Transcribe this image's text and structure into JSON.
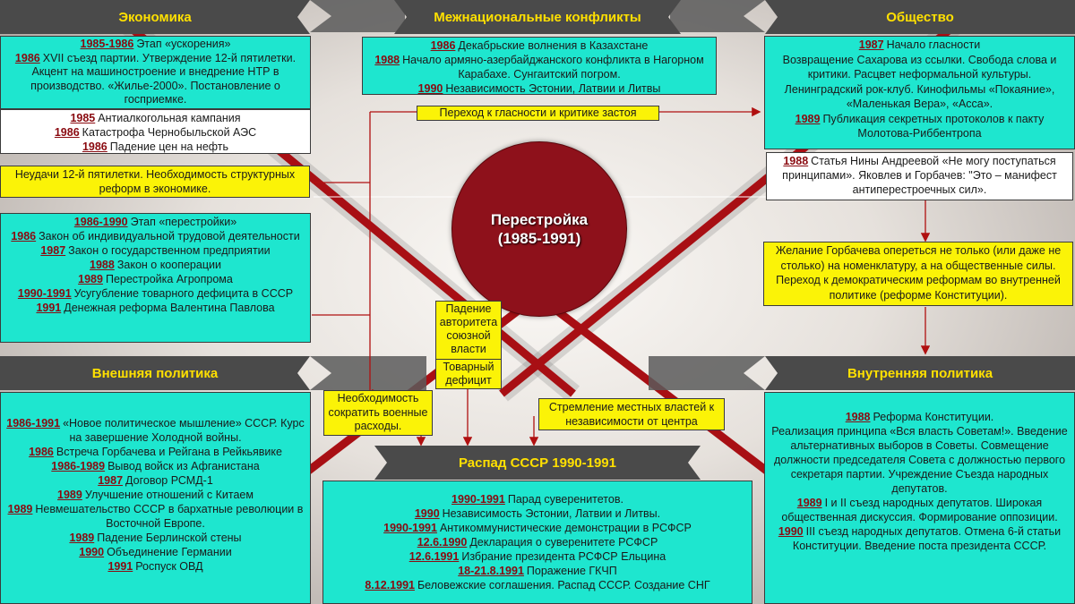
{
  "center": {
    "title": "Перестройка",
    "period": "(1985-1991)"
  },
  "banners": {
    "economy": "Экономика",
    "conflicts": "Межнациональные конфликты",
    "society": "Общество",
    "foreign": "Внешняя политика",
    "domestic": "Внутренняя политика",
    "collapse": "Распад СССР  1990-1991"
  },
  "economy": {
    "box1": [
      {
        "y": "1985-1986",
        "t": "Этап «ускорения»"
      },
      {
        "y": "1986",
        "t": "XVII съезд партии. Утверждение 12-й пятилетки. Акцент на машиностроение и внедрение НТР в производство. «Жилье-2000». Постановление о госприемке."
      }
    ],
    "box2": [
      {
        "y": "1985",
        "t": "Антиалкогольная кампания"
      },
      {
        "y": "1986",
        "t": "Катастрофа Чернобыльской АЭС"
      },
      {
        "y": "1986",
        "t": "Падение цен на нефть"
      }
    ],
    "note": "Неудачи 12-й пятилетки. Необходимость структурных реформ в экономике.",
    "box3": [
      {
        "y": "1986-1990",
        "t": "Этап «перестройки»"
      },
      {
        "y": "1986",
        "t": "Закон об индивидуальной трудовой деятельности"
      },
      {
        "y": "1987",
        "t": "Закон о государственном предприятии"
      },
      {
        "y": "1988",
        "t": "Закон о кооперации"
      },
      {
        "y": "1989",
        "t": "Перестройка Агропрома"
      },
      {
        "y": "1990-1991",
        "t": "Усугубление товарного дефицита в СССР"
      },
      {
        "y": "1991",
        "t": "Денежная реформа Валентина Павлова"
      }
    ]
  },
  "conflicts": {
    "box": [
      {
        "y": "1986",
        "t": "Декабрьские волнения в Казахстане"
      },
      {
        "y": "1988",
        "t": "Начало армяно-азербайджанского конфликта в Нагорном Карабахе. Сунгаитский погром."
      },
      {
        "y": "1990",
        "t": "Независимость Эстонии, Латвии и Литвы"
      }
    ],
    "note": "Переход к гласности и критике застоя"
  },
  "society": {
    "box1": [
      {
        "y": "1987",
        "t": "Начало гласности"
      },
      {
        "y": "",
        "t": "Возвращение Сахарова из ссылки. Свобода слова и критики. Расцвет неформальной культуры. Ленинградский рок-клуб. Кинофильмы «Покаяние», «Маленькая Вера», «Асса»."
      },
      {
        "y": "1989",
        "t": "Публикация секретных протоколов к пакту Молотова-Риббентропа"
      }
    ],
    "box2": [
      {
        "y": "1988",
        "t": "Статья Нины Андреевой «Не могу поступаться принципами». Яковлев и Горбачев: \"Это – манифест антиперестроечных сил»."
      }
    ],
    "note": "Желание Горбачева опереться не только (или даже не столько) на номенклатуру, а на общественные силы. Переход к демократическим реформам во внутренней политике (реформе Конституции)."
  },
  "middle_notes": {
    "authority": "Падение авторитета союзной власти",
    "deficit": "Товарный дефицит",
    "expenses": "Необходимость сократить военные расходы.",
    "local": "Стремление местных властей к независимости от центра"
  },
  "foreign": {
    "box": [
      {
        "y": "1986-1991",
        "t": "«Новое политическое мышление» СССР. Курс на завершение Холодной войны."
      },
      {
        "y": "1986",
        "t": "Встреча Горбачева и Рейгана в Рейкьявике"
      },
      {
        "y": "1986-1989",
        "t": "Вывод войск из Афганистана"
      },
      {
        "y": "1987",
        "t": "Договор РСМД-1"
      },
      {
        "y": "1989",
        "t": "Улучшение отношений с Китаем"
      },
      {
        "y": "1989",
        "t": "Невмешательство СССР в бархатные революции в Восточной Европе."
      },
      {
        "y": "1989",
        "t": "Падение Берлинской стены"
      },
      {
        "y": "1990",
        "t": "Объединение Германии"
      },
      {
        "y": "1991",
        "t": "Роспуск ОВД"
      }
    ]
  },
  "collapse": {
    "box": [
      {
        "y": "1990-1991",
        "t": "Парад суверенитетов."
      },
      {
        "y": "1990",
        "t": "Независимость Эстонии, Латвии и Литвы."
      },
      {
        "y": "1990-1991",
        "t": "Антикоммунистические демонстрации в РСФСР"
      },
      {
        "y": "12.6.1990",
        "t": "Декларация о суверенитете РСФСР"
      },
      {
        "y": "12.6.1991",
        "t": "Избрание президента РСФСР Ельцина"
      },
      {
        "y": "18-21.8.1991",
        "t": "Поражение ГКЧП"
      },
      {
        "y": "8.12.1991",
        "t": "Беловежские соглашения. Распад СССР. Создание СНГ"
      }
    ]
  },
  "domestic": {
    "box": [
      {
        "y": "1988",
        "t": "Реформа Конституции."
      },
      {
        "y": "",
        "t": "Реализация принципа «Вся власть Советам!». Введение альтернативных выборов в Советы. Совмещение должности председателя Совета с должностью первого секретаря партии. Учреждение Съезда народных депутатов."
      },
      {
        "y": "1989",
        "t": "I и II съезд народных депутатов. Широкая общественная дискуссия. Формирование оппозиции."
      },
      {
        "y": "1990",
        "t": "III съезд народных депутатов. Отмена 6-й статьи Конституции. Введение поста президента СССР."
      }
    ]
  },
  "colors": {
    "box_fill": "#1ee6cf",
    "note_fill": "#fbf307",
    "circle": "#8e111b",
    "banner": "#4a4a4a",
    "banner_text": "#ffe000",
    "year_text": "#8a0a10",
    "arrow": "#b01010"
  }
}
